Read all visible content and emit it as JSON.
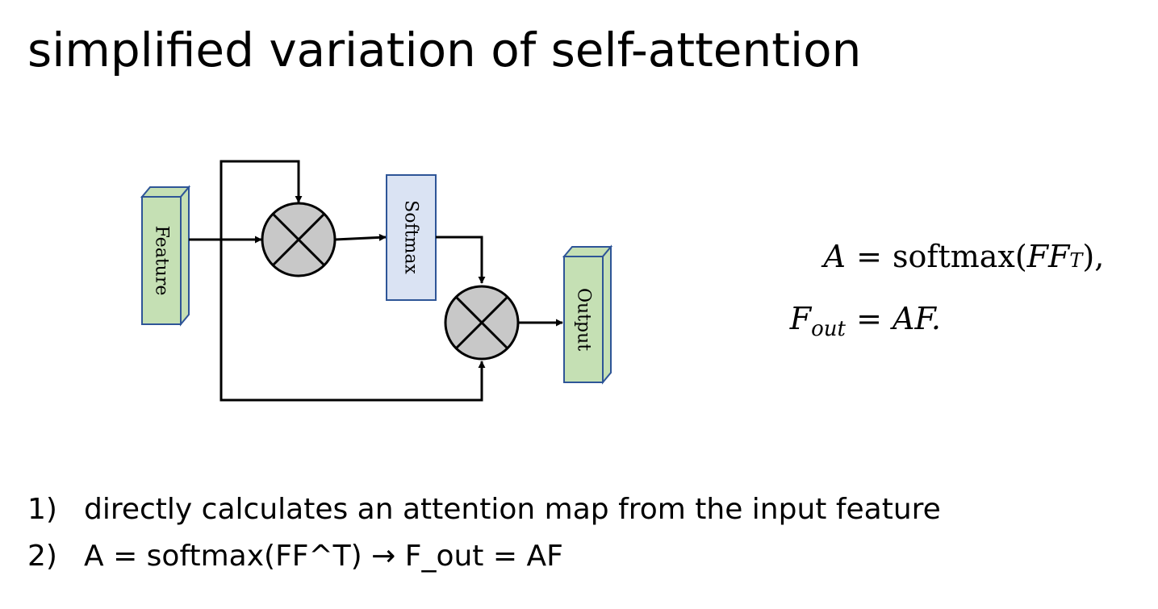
{
  "title": "simplified variation of self-attention",
  "diagram": {
    "feature_label": "Feature",
    "softmax_label": "Softmax",
    "output_label": "Output",
    "colors": {
      "block_fill": "#c5e0b4",
      "block_border": "#2e5597",
      "softmax_fill": "#dae3f3",
      "multiply_fill": "#c8c8c8",
      "line": "#000000"
    }
  },
  "equations": {
    "eq1": {
      "lhs": "A",
      "op": "=",
      "fn": "softmax(",
      "arg": "FF",
      "sup": "T",
      "tail": "),"
    },
    "eq2": {
      "lhs": "F",
      "sub": "out",
      "op": "=",
      "rhs": "AF."
    }
  },
  "bullets": [
    {
      "number": "1)",
      "text": "directly calculates an attention map from the input feature"
    },
    {
      "number": "2)",
      "text": "A = softmax(FF^T) → F_out = AF"
    }
  ]
}
